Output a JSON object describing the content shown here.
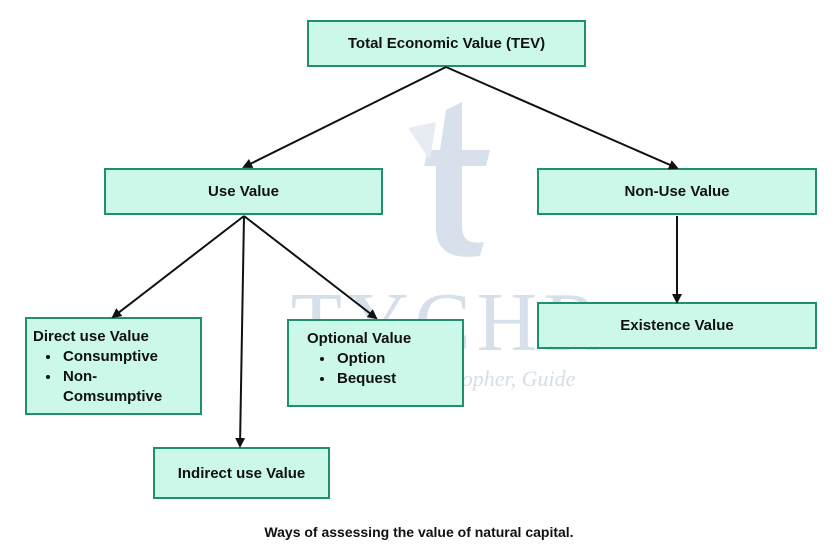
{
  "diagram": {
    "root": {
      "label": "Total Economic Value (TEV)"
    },
    "use_value": {
      "label": "Use Value"
    },
    "non_use_value": {
      "label": "Non-Use Value"
    },
    "direct_use": {
      "label": "Direct use Value",
      "items": [
        "Consumptive",
        "Non-\nComsumptive"
      ]
    },
    "indirect_use": {
      "label": "Indirect use Value"
    },
    "optional": {
      "label": "Optional Value",
      "items": [
        "Option",
        "Bequest"
      ]
    },
    "existence": {
      "label": "Existence Value"
    }
  },
  "watermark": {
    "brand": "TYCHR",
    "tagline": "Friend, Philosopher, Guide"
  },
  "caption": "Ways of assessing the value of natural capital.",
  "colors": {
    "box_fill": "#ccf8ea",
    "box_border": "#1f8f6f",
    "arrow": "#111111",
    "watermark": "#c9d6e3"
  }
}
